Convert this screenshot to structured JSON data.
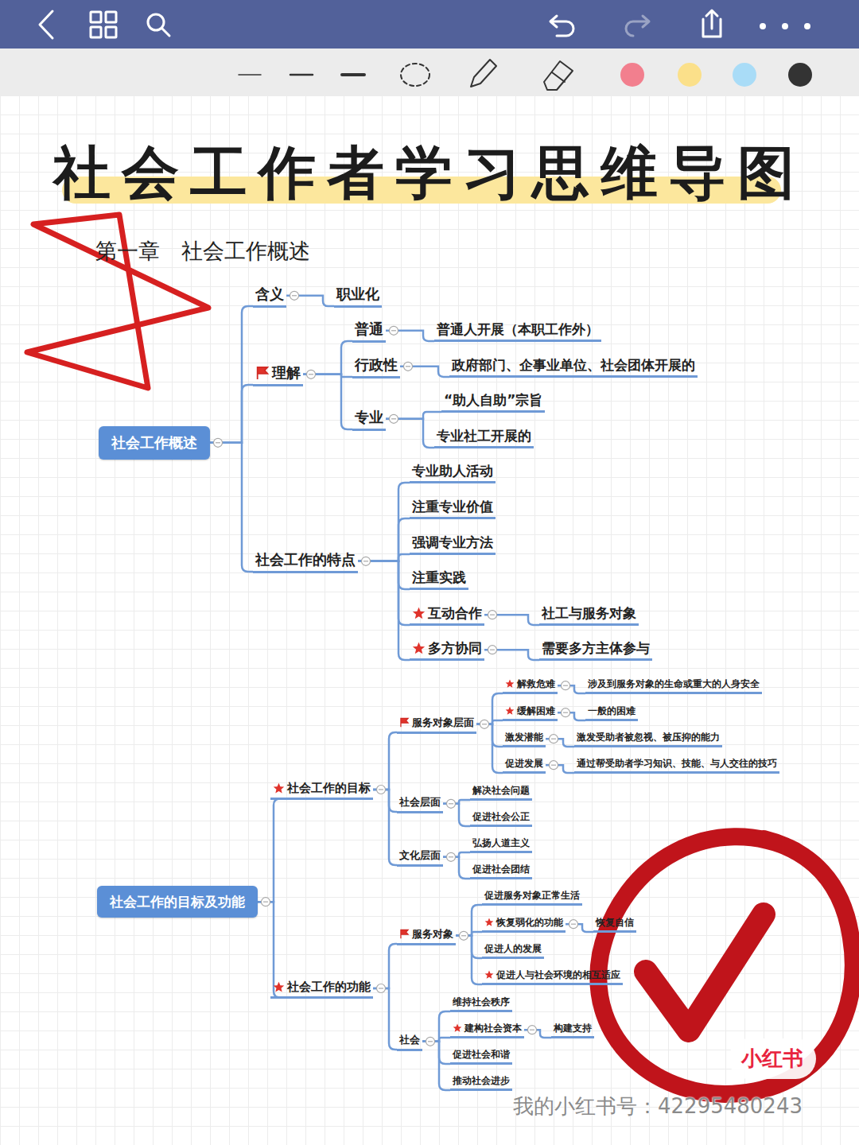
{
  "diagram": {
    "title": "社会工作者学习思维导图",
    "nodes": [
      {
        "text": [
          "社会工作概述"
        ]
      },
      {
        "text": [
          "含义"
        ]
      },
      {
        "text": [
          "职业化"
        ]
      },
      {
        "text": [
          "理解"
        ]
      },
      {
        "text": [
          "普通"
        ]
      },
      {
        "text": [
          "普通人开展（本职工作外）"
        ]
      },
      {
        "text": [
          "行政性"
        ]
      },
      {
        "text": [
          "政府部门、企事业单位、社会团体开展的"
        ]
      },
      {
        "text": [
          "专业"
        ]
      },
      {
        "text": [
          "“助人自助”宗旨"
        ]
      },
      {
        "text": [
          "专业社工开展的"
        ]
      },
      {
        "text": [
          "社会工作的特点"
        ]
      },
      {
        "text": [
          "专业助人活动"
        ]
      },
      {
        "text": [
          "注重专业价值"
        ]
      },
      {
        "text": [
          "强调专业方法"
        ]
      },
      {
        "text": [
          "注重实践"
        ]
      },
      {
        "text": [
          "互动合作"
        ]
      },
      {
        "text": [
          "社工与服务对象"
        ]
      },
      {
        "text": [
          "多方协同"
        ]
      },
      {
        "text": [
          "需要多方主体参与"
        ]
      },
      {
        "text": [
          "社会工作的目标及功能"
        ]
      },
      {
        "text": [
          "社会工作的目标"
        ]
      },
      {
        "text": [
          "服务对象层面"
        ]
      },
      {
        "text": [
          "解救危难"
        ]
      },
      {
        "text": [
          "涉及到服务对象的生命或重大的人身安全"
        ]
      },
      {
        "text": [
          "缓解困难"
        ]
      },
      {
        "text": [
          "一般的困难"
        ]
      },
      {
        "text": [
          "激发潜能"
        ]
      },
      {
        "text": [
          "激发受助者被忽视、被压抑的能力"
        ]
      },
      {
        "text": [
          "促进发展"
        ]
      },
      {
        "text": [
          "通过帮受助者学习知识、技能、与人交往的技巧"
        ]
      },
      {
        "text": [
          "社会层面"
        ]
      },
      {
        "text": [
          "解决社会问题"
        ]
      },
      {
        "text": [
          "促进社会公正"
        ]
      },
      {
        "text": [
          "文化层面"
        ]
      },
      {
        "text": [
          "弘扬人道主义"
        ]
      },
      {
        "text": [
          "促进社会团结"
        ]
      },
      {
        "text": [
          "社会工作的功能"
        ]
      },
      {
        "text": [
          "服务对象"
        ]
      },
      {
        "text": [
          "促进服务对象正常生活"
        ]
      },
      {
        "text": [
          "恢复弱化的功能"
        ]
      },
      {
        "text": [
          "恢复自信"
        ]
      },
      {
        "text": [
          "促进人的发展"
        ]
      },
      {
        "text": [
          "促进人与社会环境的相互适应"
        ]
      },
      {
        "text": [
          "社会"
        ]
      },
      {
        "text": [
          "维持社会秩序"
        ]
      },
      {
        "text": [
          "建构社会资本"
        ]
      },
      {
        "text": [
          "构建支持"
        ]
      },
      {
        "text": [
          "促进社会和谐"
        ]
      },
      {
        "text": [
          "推动社会进步"
        ]
      }
    ],
    "edges": [
      {
        "from": 0,
        "to": 1,
        "arrow": "none"
      },
      {
        "from": 1,
        "to": 2,
        "arrow": "none"
      },
      {
        "from": 0,
        "to": 3,
        "arrow": "none"
      },
      {
        "from": 3,
        "to": 4,
        "arrow": "none"
      },
      {
        "from": 4,
        "to": 5,
        "arrow": "none"
      },
      {
        "from": 3,
        "to": 6,
        "arrow": "none"
      },
      {
        "from": 6,
        "to": 7,
        "arrow": "none"
      },
      {
        "from": 3,
        "to": 8,
        "arrow": "none"
      },
      {
        "from": 8,
        "to": 9,
        "arrow": "none"
      },
      {
        "from": 8,
        "to": 10,
        "arrow": "none"
      },
      {
        "from": 0,
        "to": 11,
        "arrow": "none"
      },
      {
        "from": 11,
        "to": 12,
        "arrow": "none"
      },
      {
        "from": 11,
        "to": 13,
        "arrow": "none"
      },
      {
        "from": 11,
        "to": 14,
        "arrow": "none"
      },
      {
        "from": 11,
        "to": 15,
        "arrow": "none"
      },
      {
        "from": 11,
        "to": 16,
        "arrow": "none"
      },
      {
        "from": 16,
        "to": 17,
        "arrow": "none"
      },
      {
        "from": 11,
        "to": 18,
        "arrow": "none"
      },
      {
        "from": 18,
        "to": 19,
        "arrow": "none"
      },
      {
        "from": 20,
        "to": 21,
        "arrow": "none"
      },
      {
        "from": 21,
        "to": 22,
        "arrow": "none"
      },
      {
        "from": 22,
        "to": 23,
        "arrow": "none"
      },
      {
        "from": 23,
        "to": 24,
        "arrow": "none"
      },
      {
        "from": 22,
        "to": 25,
        "arrow": "none"
      },
      {
        "from": 25,
        "to": 26,
        "arrow": "none"
      },
      {
        "from": 22,
        "to": 27,
        "arrow": "none"
      },
      {
        "from": 27,
        "to": 28,
        "arrow": "none"
      },
      {
        "from": 22,
        "to": 29,
        "arrow": "none"
      },
      {
        "from": 29,
        "to": 30,
        "arrow": "none"
      },
      {
        "from": 21,
        "to": 31,
        "arrow": "none"
      },
      {
        "from": 31,
        "to": 32,
        "arrow": "none"
      },
      {
        "from": 31,
        "to": 33,
        "arrow": "none"
      },
      {
        "from": 21,
        "to": 34,
        "arrow": "none"
      },
      {
        "from": 34,
        "to": 35,
        "arrow": "none"
      },
      {
        "from": 34,
        "to": 36,
        "arrow": "none"
      },
      {
        "from": 20,
        "to": 37,
        "arrow": "none"
      },
      {
        "from": 37,
        "to": 38,
        "arrow": "none"
      },
      {
        "from": 38,
        "to": 39,
        "arrow": "none"
      },
      {
        "from": 38,
        "to": 40,
        "arrow": "none"
      },
      {
        "from": 40,
        "to": 41,
        "arrow": "none"
      },
      {
        "from": 38,
        "to": 42,
        "arrow": "none"
      },
      {
        "from": 38,
        "to": 43,
        "arrow": "none"
      },
      {
        "from": 37,
        "to": 44,
        "arrow": "none"
      },
      {
        "from": 44,
        "to": 45,
        "arrow": "none"
      },
      {
        "from": 44,
        "to": 46,
        "arrow": "none"
      },
      {
        "from": 46,
        "to": 47,
        "arrow": "none"
      },
      {
        "from": 44,
        "to": 48,
        "arrow": "none"
      },
      {
        "from": 44,
        "to": 49,
        "arrow": "none"
      }
    ],
    "labels": [
      "第一章　社会工作概述",
      "小红书",
      "我的小红书号：42295480243"
    ]
  }
}
